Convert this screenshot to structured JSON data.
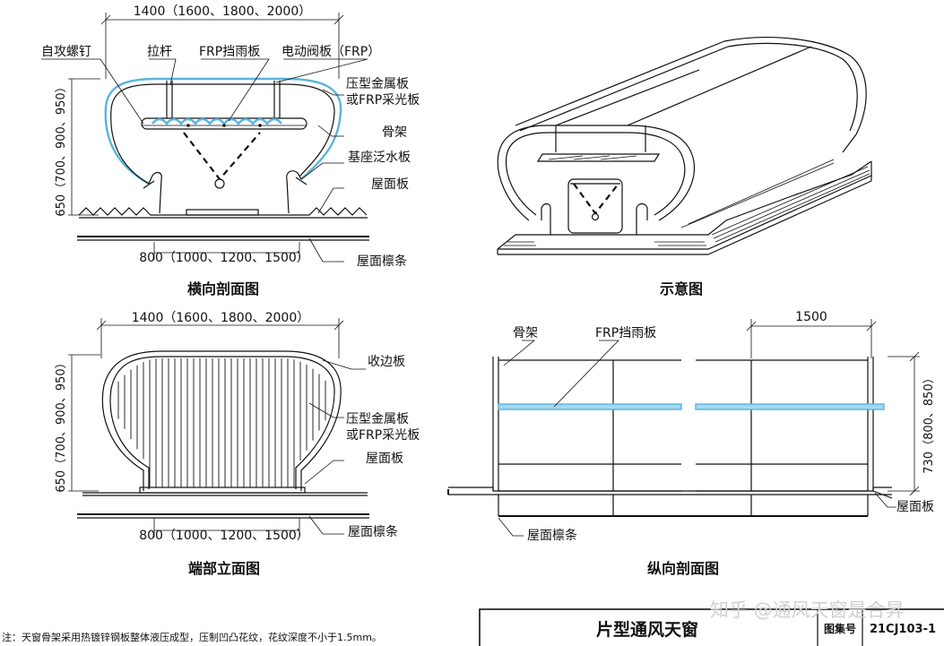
{
  "views": {
    "cross_section": {
      "top_dimension": "1400（1600、1800、2000）",
      "side_dimension": "650（700、900、950）",
      "bottom_dimension": "800（1000、1200、1500）",
      "labels": {
        "screw": "自攻螺钉",
        "tie_rod": "拉杆",
        "frp_rain_board": "FRP挡雨板",
        "electric_damper": "电动阀板（FRP）",
        "metal_panel_1": "压型金属板",
        "metal_panel_2": "或FRP采光板",
        "frame": "骨架",
        "base_flashing": "基座泛水板",
        "roof_panel": "屋面板",
        "roof_purlin": "屋面檩条"
      },
      "title": "横向剖面图"
    },
    "schematic": {
      "title": "示意图"
    },
    "end_elevation": {
      "top_dimension": "1400（1600、1800、2000）",
      "side_dimension": "650（700、900、950）",
      "bottom_dimension": "800（1000、1200、1500）",
      "labels": {
        "edge_trim": "收边板",
        "metal_panel_1": "压型金属板",
        "metal_panel_2": "或FRP采光板",
        "roof_panel": "屋面板",
        "roof_purlin": "屋面檩条"
      },
      "title": "端部立面图"
    },
    "longitudinal_section": {
      "top_dimension": "1500",
      "side_dimension": "730（800、850）",
      "labels": {
        "frame": "骨架",
        "frp_rain_board": "FRP挡雨板",
        "roof_panel": "屋面板",
        "roof_purlin": "屋面檩条"
      },
      "title": "纵向剖面图"
    }
  },
  "note": "注：天窗骨架采用热镀锌钢板整体液压成型，压制凹凸花纹，花纹深度不小于1.5mm。",
  "title_block": {
    "drawing_title": "片型通风天窗",
    "atlas_label": "图集号",
    "atlas_number": "21CJ103-1"
  },
  "watermark": "知乎 @通风天窗是合昇",
  "colors": {
    "line": "#111111",
    "frp_blue": "#5ab4dc",
    "watermark": "#d0d0d0"
  }
}
